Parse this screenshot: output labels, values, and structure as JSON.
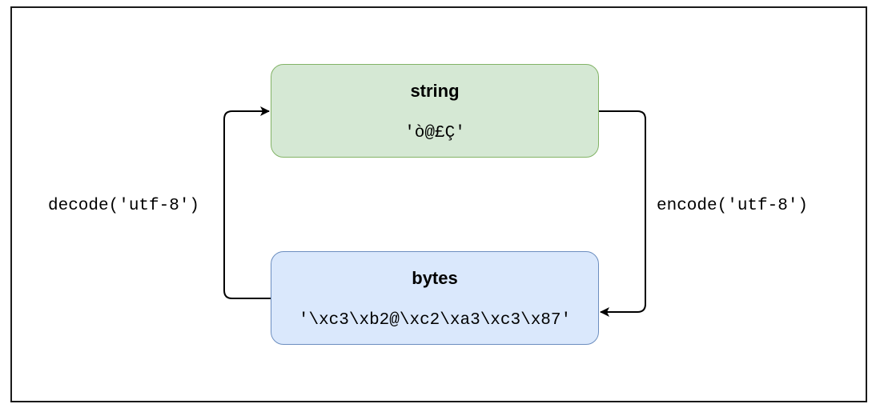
{
  "nodes": {
    "string": {
      "title": "string",
      "value": "'ò@£Ç'",
      "fill": "#d5e8d4",
      "stroke": "#82b366"
    },
    "bytes": {
      "title": "bytes",
      "value": "'\\xc3\\xb2@\\xc2\\xa3\\xc3\\x87'",
      "fill": "#dae8fc",
      "stroke": "#6c8ebf"
    }
  },
  "edges": {
    "encode": {
      "label": "encode('utf-8')",
      "from": "string",
      "to": "bytes"
    },
    "decode": {
      "label": "decode('utf-8')",
      "from": "bytes",
      "to": "string"
    }
  }
}
